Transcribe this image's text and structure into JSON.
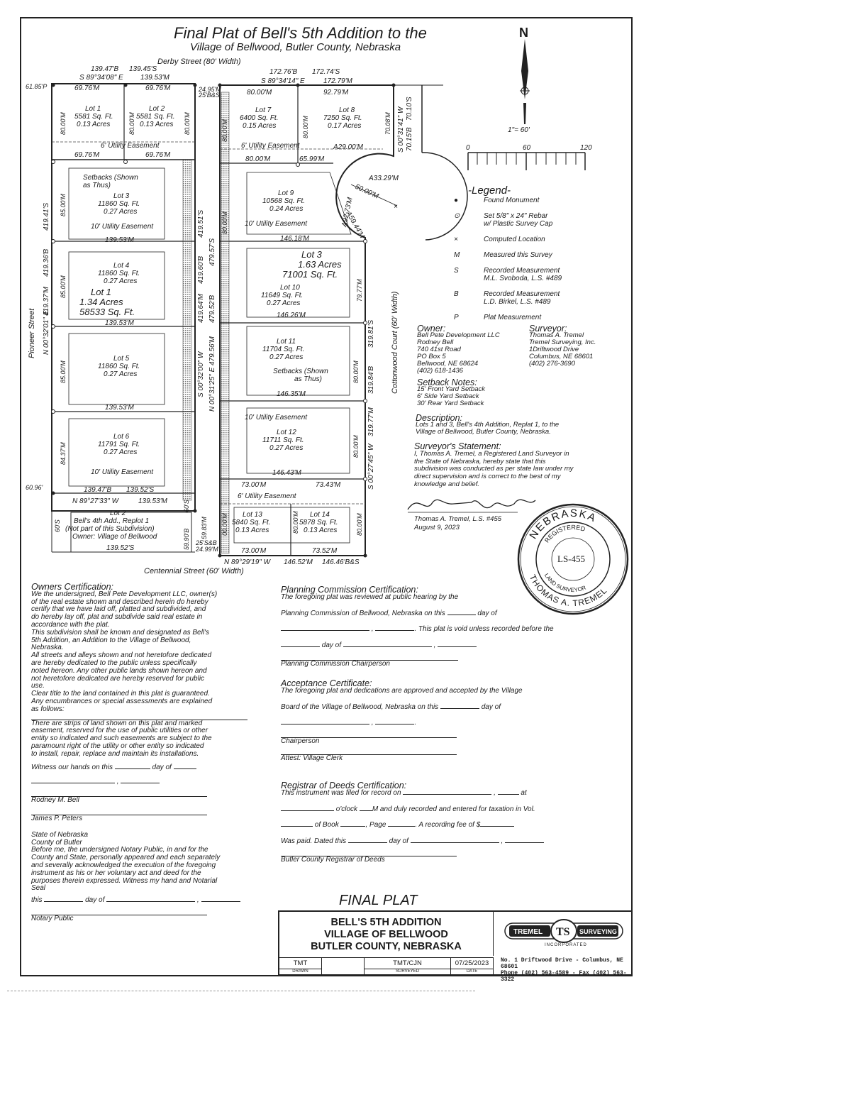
{
  "title": {
    "line1": "Final Plat of Bell's 5th Addition to the",
    "line2": "Village of Bellwood, Butler County, Nebraska"
  },
  "north": {
    "letter": "N",
    "scale_text": "1\"= 60'",
    "scale_ticks": [
      "0",
      "60",
      "120"
    ]
  },
  "streets": {
    "derby": "Derby Street (80' Width)",
    "centennial": "Centennial Street (60' Width)",
    "pioneer": "Pioneer Street",
    "cottonwood": "Cottonwood Court (60' Width)"
  },
  "top_dims": {
    "left_b": "139.47'B",
    "left_s": "139.45'S",
    "left_bearing": "S 89°34'08\" E",
    "left_m": "139.53'M",
    "right_b": "172.76'B",
    "right_s": "172.74'S",
    "right_bearing": "S 89°34'14\" E",
    "right_m": "172.79'M",
    "corner_p": "61.85'P",
    "gap_top": "24.95'M",
    "gap_top2": "25'B&S"
  },
  "lots": {
    "lot1_small": {
      "name": "Lot 1",
      "area": "5581 Sq. Ft.",
      "acres": "0.13 Acres"
    },
    "lot2_small": {
      "name": "Lot 2",
      "area": "5581 Sq. Ft.",
      "acres": "0.13 Acres"
    },
    "lot3": {
      "name": "Lot 3",
      "area": "11860 Sq. Ft.",
      "acres": "0.27 Acres"
    },
    "lot4": {
      "name": "Lot 4",
      "area": "11860 Sq. Ft.",
      "acres": "0.27 Acres"
    },
    "lot1_big": {
      "name": "Lot 1",
      "acres": "1.34 Acres",
      "area": "58533 Sq. Ft."
    },
    "lot5": {
      "name": "Lot 5",
      "area": "11860 Sq. Ft.",
      "acres": "0.27 Acres"
    },
    "lot6": {
      "name": "Lot 6",
      "area": "11791 Sq. Ft.",
      "acres": "0.27 Acres"
    },
    "lot7": {
      "name": "Lot 7",
      "area": "6400 Sq. Ft.",
      "acres": "0.15 Acres"
    },
    "lot8": {
      "name": "Lot 8",
      "area": "7250 Sq. Ft.",
      "acres": "0.17 Acres"
    },
    "lot9": {
      "name": "Lot 9",
      "area": "10568 Sq. Ft.",
      "acres": "0.24 Acres"
    },
    "lot3_big": {
      "name": "Lot 3",
      "acres": "1.63 Acres",
      "area": "71001 Sq. Ft."
    },
    "lot10": {
      "name": "Lot 10",
      "area": "11649 Sq. Ft.",
      "acres": "0.27 Acres"
    },
    "lot11": {
      "name": "Lot 11",
      "area": "11704 Sq. Ft.",
      "acres": "0.27 Acres"
    },
    "lot12": {
      "name": "Lot 12",
      "area": "11711 Sq. Ft.",
      "acres": "0.27 Acres"
    },
    "lot13": {
      "name": "Lot 13",
      "area": "5840 Sq. Ft.",
      "acres": "0.13 Acres"
    },
    "lot14": {
      "name": "Lot 14",
      "area": "5878 Sq. Ft.",
      "acres": "0.13 Acres"
    },
    "lot2_replat": {
      "line1": "Lot 2",
      "line2": "Bell's 4th Add., Replot 1",
      "line3": "(Not part of this Subdivision)",
      "line4": "Owner: Village of Bellwood"
    }
  },
  "labels": {
    "m6976": "69.76'M",
    "m8000": "80.00'M",
    "m9279": "92.79'M",
    "m6599": "65.99'M",
    "m13953": "139.53'M",
    "m14618": "146.18'M",
    "m14626": "146.26'M",
    "m14635": "146.35'M",
    "m14643": "146.43'M",
    "m8500": "85.00'M",
    "m8437": "84.37'M",
    "m7300": "73.00'M",
    "m7343": "73.43'M",
    "m7352": "73.52'M",
    "m7977": "79.77'M",
    "setbacks1": "Setbacks (Shown",
    "setbacks2": "as Thus)",
    "util6": "6' Utility Easement",
    "util10": "10' Utility Easement",
    "a2900": "A29.00'M",
    "a3329": "A33.29'M",
    "a9273": "A92.73'M",
    "a5944": "A59.44'M",
    "r5000": "50.00'M",
    "s0031": "S 00°31'41\" W",
    "m7008": "70.08'M",
    "s7010": "70.10'S",
    "b7015": "70.15'B",
    "w41941": "419.41'S",
    "w41936": "419.36'B",
    "w41937": "419.37'M",
    "west_bearing": "N 00°32'01\" E",
    "mid_bearing1": "S 00°32'00\" W",
    "mid_bearing2": "N 00°31'25\" E",
    "e41951": "419.51'S",
    "e41960": "419.60'B",
    "e41964": "419.64'M",
    "e47957": "479.57'S",
    "e47952": "479.52'B",
    "e47956": "479.56'M",
    "east_bearing": "S 00°27'45\" W",
    "e31981": "319.81'S",
    "e31984": "319.84'B",
    "e31977": "319.77'M",
    "bot_left_b": "139.47'B",
    "bot_left_s": "139.52'S",
    "p6096": "60.96'",
    "bot_bearing1": "N 89°27'33\" W",
    "bot_m1": "139.53'M",
    "lot2_s": "139.52'S",
    "lot2_w": "60'S",
    "lot2_e1": "60'S",
    "lot2_e2": "59.83'M",
    "lot2_e3": "59.90'B",
    "gap_b1": "25'S&B",
    "gap_b2": "24.99'M",
    "bot_bearing2": "N 89°29'19\" W",
    "bot_m2": "146.52'M",
    "bot_bs": "146.46'B&S",
    "m0000": "00.00'M"
  },
  "legend": {
    "title": "-Legend-",
    "items": [
      {
        "sym": "●",
        "text": "Found Monument"
      },
      {
        "sym": "⊙",
        "text": "Set 5/8\" x 24\" Rebar"
      },
      {
        "sym": "",
        "text": "w/ Plastic Survey Cap"
      },
      {
        "sym": "×",
        "text": "Computed Location"
      },
      {
        "sym": "M",
        "text": "Measured this Survey"
      },
      {
        "sym": "S",
        "text": "Recorded Measurement"
      },
      {
        "sym": "",
        "text": "M.L. Svoboda, L.S. #489"
      },
      {
        "sym": "B",
        "text": "Recorded Measurement"
      },
      {
        "sym": "",
        "text": "L.D. Birkel, L.S. #489"
      },
      {
        "sym": "P",
        "text": "Plat Measurement"
      }
    ]
  },
  "owner": {
    "heading": "Owner:",
    "lines": [
      "Bell Pete Development LLC",
      "Rodney Bell",
      "740 41st Road",
      "PO Box 5",
      "Bellwood, NE 68624",
      "(402) 618-1436"
    ]
  },
  "surveyor": {
    "heading": "Surveyor:",
    "lines": [
      "Thomas A. Tremel",
      "Tremel Surveying, Inc.",
      "1Driftwood Drive",
      "Columbus, NE 68601",
      "(402) 276-3690"
    ]
  },
  "setback_notes": {
    "heading": "Setback Notes:",
    "lines": [
      "15' Front Yard Setback",
      "6' Side Yard Setback",
      "30' Rear Yard Setback"
    ]
  },
  "description": {
    "heading": "Description:",
    "lines": [
      "Lots 1 and 3, Bell's 4th Addition, Replat 1, to the",
      "Village of Bellwood, Butler County, Nebraska."
    ]
  },
  "surveyor_statement": {
    "heading": "Surveyor's Statement:",
    "lines": [
      "I, Thomas A. Tremel, a Registered Land Surveyor in",
      "the State of Nebraska, hereby state that this",
      "subdivision was conducted as per state law under my",
      "direct supervision and is correct to the best of my",
      "knowledge and belief."
    ],
    "sig_name": "Thomas A. Tremel, L.S. #455",
    "sig_date": "August 9, 2023"
  },
  "seal": {
    "top": "NEBRASKA",
    "ring_top": "REGISTERED",
    "center": "LS-455",
    "ring_bottom": "LAND SURVEYOR",
    "bottom": "THOMAS A. TREMEL"
  },
  "owners_cert": {
    "heading": "Owners Certification:",
    "p1": [
      "We the undersigned, Bell Pete Development LLC, owner(s)",
      "of the real estate shown and described herein do hereby",
      "certify that we have laid off, platted and subdivided, and",
      "do hereby lay off, plat and subdivide said real estate in",
      "accordance with the plat.",
      "This subdivision shall be known and designated as Bell's",
      "5th Addition, an Addition to the Village of Bellwood,",
      "Nebraska.",
      "All streets and alleys shown and not heretofore dedicated",
      "are hereby dedicated to the public unless specifically",
      "noted hereon. Any other public lands shown hereon and",
      "not heretofore dedicated are hereby reserved for public",
      "use.",
      "Clear title to the land contained in this plat is guaranteed.",
      "Any encumbrances or special assessments are explained",
      "as follows:"
    ],
    "p2": [
      "There are strips of land shown on this plat and marked",
      "easement, reserved for the use of public utilities or other",
      "entity so indicated and such easements are subject to the",
      "paramount right of the utility or other entity so indicated",
      "to install, repair, replace and maintain its installations."
    ],
    "witness": "Witness our hands on this",
    "day_of": "day of",
    "sign1": "Rodney M. Bell",
    "sign2": "James P. Peters",
    "state": "State of Nebraska",
    "county": "County of Butler",
    "p3": [
      "Before me, the undersigned Notary Public, in and for the",
      "County and State, personally appeared and each separately",
      "and severally acknowledged the execution of the foregoing",
      "instrument as his or her voluntary act and deed for the",
      "purposes therein expressed. Witness my hand and Notarial",
      "Seal"
    ],
    "this": "this",
    "day_of2": "day of",
    "notary": "Notary Public"
  },
  "planning": {
    "heading": "Planning Commission Certification:",
    "l1": "The foregoing plat was reviewed at public hearing by the",
    "l2a": "Planning Commission of Bellwood, Nebraska on this",
    "l2b": "day of",
    "l3": "This plat is void unless recorded before the",
    "l4": "day of",
    "sign": "Planning Commission Chairperson"
  },
  "acceptance": {
    "heading": "Acceptance Certificate:",
    "l1": "The foregoing plat and dedications are approved and accepted by the Village",
    "l2a": "Board of the Village of Bellwood, Nebraska on this",
    "l2b": "day of",
    "sign1": "Chairperson",
    "sign2": "Attest: Village Clerk"
  },
  "registrar": {
    "heading": "Registrar of Deeds Certification:",
    "l1a": "This instrument was filed for record on",
    "l1b": "at",
    "l2a": "o'clock",
    "l2b": "M and duly recorded and entered for taxation in Vol.",
    "l3a": "of Book",
    "l3b": "Page",
    "l3c": "A recording fee of $",
    "l4a": "Was paid. Dated this",
    "l4b": "day of",
    "sign": "Butler County Registrar of Deeds"
  },
  "title_block": {
    "final_plat": "FINAL PLAT",
    "line1": "BELL'S 5TH ADDITION",
    "line2": "VILLAGE OF BELLWOOD",
    "line3": "BUTLER COUNTY, NEBRASKA",
    "drawn_val": "TMT",
    "drawn_key": "DRAWN",
    "surveyed_val": "TMT/CJN",
    "surveyed_key": "SURVEYED",
    "date_val": "07/25/2023",
    "date_key": "DATE",
    "logo_left": "TREMEL",
    "logo_mid": "TS",
    "logo_right": "SURVEYING",
    "logo_sub": "INCORPORATED",
    "addr1": "No. 1 Driftwood Drive - Columbus, NE 68601",
    "addr2": "Phone (402) 563-4589 - Fax (402) 563-3322"
  }
}
